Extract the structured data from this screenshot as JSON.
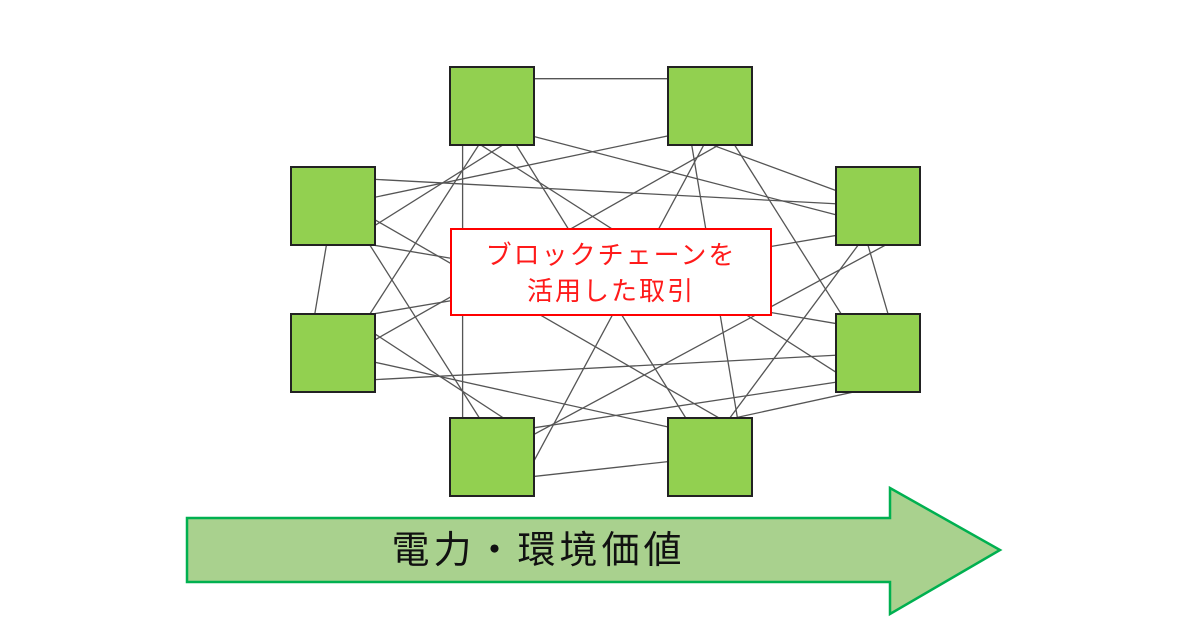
{
  "center_box": {
    "line1": "ブロックチェーンを",
    "line2": "活用した取引"
  },
  "arrow": {
    "label": "電力・環境価値"
  },
  "colors": {
    "node_fill": "#92d050",
    "node_stroke": "#222222",
    "edge": "#555555",
    "box_border": "#ff0000",
    "arrow_fill": "#a9d18e",
    "arrow_stroke": "#00b050"
  },
  "nodes": [
    {
      "id": "top-left"
    },
    {
      "id": "top-right"
    },
    {
      "id": "right-upper"
    },
    {
      "id": "right-lower"
    },
    {
      "id": "bottom-right"
    },
    {
      "id": "bottom-left"
    },
    {
      "id": "left-lower"
    },
    {
      "id": "left-upper"
    }
  ]
}
